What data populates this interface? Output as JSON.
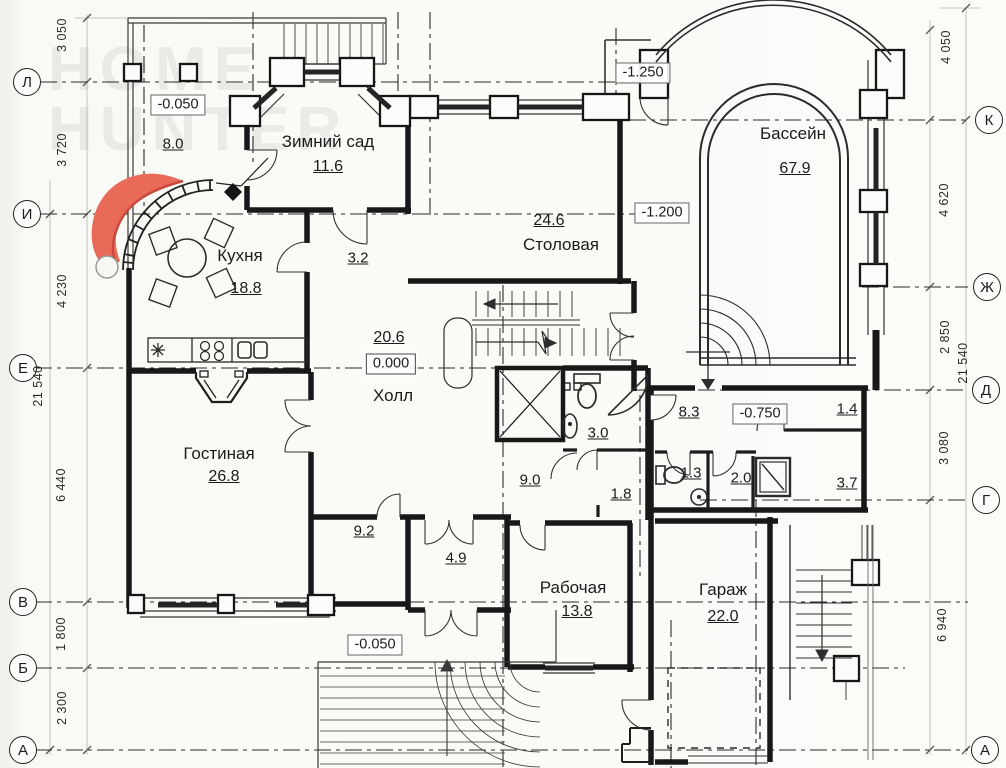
{
  "watermark": {
    "line1": "HOME",
    "line2": "HUNTER"
  },
  "decorations": {
    "santa_hat_icon": "santa-hat"
  },
  "axes": {
    "left": [
      "Л",
      "И",
      "Е",
      "В",
      "Б",
      "А"
    ],
    "right": [
      "К",
      "Ж",
      "Д",
      "Г",
      "А"
    ]
  },
  "dims": {
    "left": [
      "3 050",
      "3 720",
      "4 230",
      "21 540",
      "6 440",
      "1 800",
      "2 300"
    ],
    "right": [
      "4 050",
      "4 620",
      "2 850",
      "21 540",
      "3 080",
      "6 940"
    ]
  },
  "rooms": {
    "winter_garden": {
      "name": "Зимний сад",
      "area": "11.6"
    },
    "kitchen": {
      "name": "Кухня",
      "area": "18.8"
    },
    "dining": {
      "name": "Столовая",
      "area": "24.6"
    },
    "pool": {
      "name": "Бассейн",
      "area": "67.9"
    },
    "hall": {
      "name": "Холл",
      "area": "20.6"
    },
    "living": {
      "name": "Гостиная",
      "area": "26.8"
    },
    "study": {
      "name": "Рабочая",
      "area": "13.8"
    },
    "garage": {
      "name": "Гараж",
      "area": "22.0"
    }
  },
  "small_areas": {
    "terrace": "8.0",
    "corridor": "3.2",
    "bathroom": "3.0",
    "hallway": "9.0",
    "closet": "1.8",
    "vestibule": "8.3",
    "pantry": "1.4",
    "wc": "1.3",
    "shower": "2.0",
    "lobby": "3.7",
    "room_sw": "9.2",
    "entry": "4.9"
  },
  "elevations": {
    "terrace": "-0.050",
    "pool_entrance": "-1.250",
    "pool_hall": "-1.200",
    "hall": "0.000",
    "vestibule": "-0.750",
    "south_entrance": "-0.050"
  }
}
